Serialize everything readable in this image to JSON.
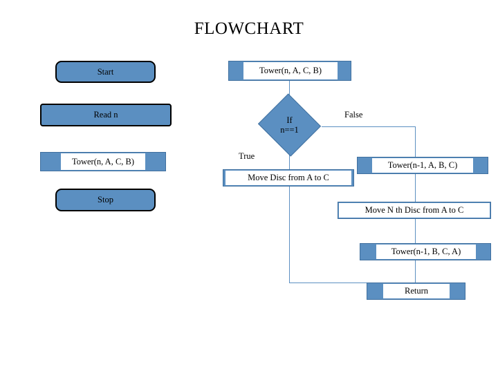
{
  "page": {
    "title": "FLOWCHART",
    "accent_fill": "#5b8fc1",
    "accent_border": "#3f6f9e",
    "outline": "#000000",
    "plate_fill": "#ffffff"
  },
  "nodes": {
    "start": "Start",
    "read_n": "Read n",
    "tower_call_left": "Tower(n, A, C, B)",
    "stop": "Stop",
    "tower_header": "Tower(n, A, C, B)",
    "decision_line1": "If",
    "decision_line2": "n==1",
    "move_disc": "Move Disc from A to C",
    "tower_n1_abc": "Tower(n-1, A, B, C)",
    "move_nth": "Move N th Disc from A to C",
    "tower_n1_bca": "Tower(n-1, B, C, A)",
    "return": "Return"
  },
  "labels": {
    "true_branch": "True",
    "false_branch": "False"
  }
}
